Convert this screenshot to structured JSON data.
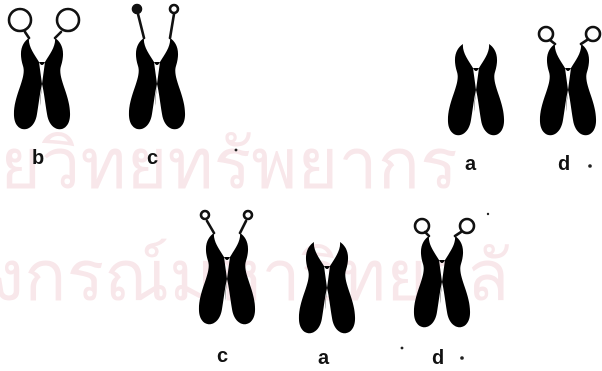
{
  "watermark": {
    "line1": "ยวิทยทรัพยากร",
    "line2": "งกรณ์มหาวิทยาลั"
  },
  "top_row": {
    "left_group": {
      "labels": [
        "b",
        "c"
      ]
    },
    "right_group": {
      "labels": [
        "a",
        "d"
      ]
    }
  },
  "bottom_row": {
    "labels": [
      "c",
      "a",
      "d"
    ]
  }
}
